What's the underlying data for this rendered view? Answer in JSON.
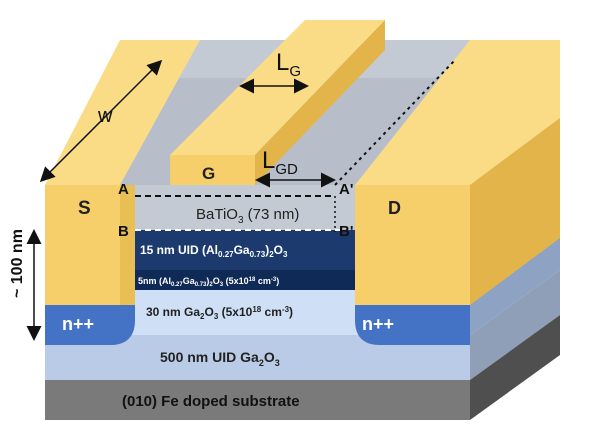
{
  "labels": {
    "w": "w",
    "lg": {
      "main": "L",
      "sub": "G"
    },
    "lgd": {
      "main": "L",
      "sub": "GD"
    },
    "gate": "G",
    "source": "S",
    "drain": "D",
    "a": "A",
    "a_prime": "A'",
    "b": "B",
    "b_prime": "B'",
    "height": "~ 100 nm",
    "n_left": "n++",
    "n_right": "n++"
  },
  "layers": {
    "batio3": {
      "pre": "BaTiO",
      "sub": "3",
      "post": " (73 nm)"
    },
    "uid_algao": {
      "p1": "15 nm UID (Al",
      "s1": "0.27",
      "p2": "Ga",
      "s2": "0.73",
      "p3": ")",
      "s3": "2",
      "p4": "O",
      "s4": "3"
    },
    "doped_algao": {
      "p1": "5nm (Al",
      "s1": "0.27",
      "p2": "Ga",
      "s2": "0.73",
      "p3": ")",
      "s3": "2",
      "p4": "O",
      "s4": "3",
      "p5": " (5x10",
      "sup": "18",
      "p6": " cm",
      "sup2": "-3",
      "p7": ")"
    },
    "ga2o3_doped": {
      "p1": "30 nm Ga",
      "s1": "2",
      "p2": "O",
      "s2": "3",
      "p3": " (5x10",
      "sup": "18",
      "p4": " cm",
      "sup2": "-3",
      "p5": ")"
    },
    "uid_ga2o3": {
      "p1": "500 nm UID Ga",
      "s1": "2",
      "p2": "O",
      "s2": "3"
    },
    "substrate": "(010) Fe doped substrate"
  },
  "colors": {
    "gold": "#f6cf6a",
    "gold_side": "#e2b44a",
    "gold_top": "#f9dc85",
    "batio3": "#c4cad3",
    "uid_algao": "#1c3a6e",
    "doped_algao": "#0f2a56",
    "ga2o3_30nm": "#cfe0f6",
    "n_plus": "#4472c4",
    "uid_ga2o3": "#b9cbe6",
    "substrate": "#7a7a7a",
    "substrate_side": "#5b5b5b"
  }
}
